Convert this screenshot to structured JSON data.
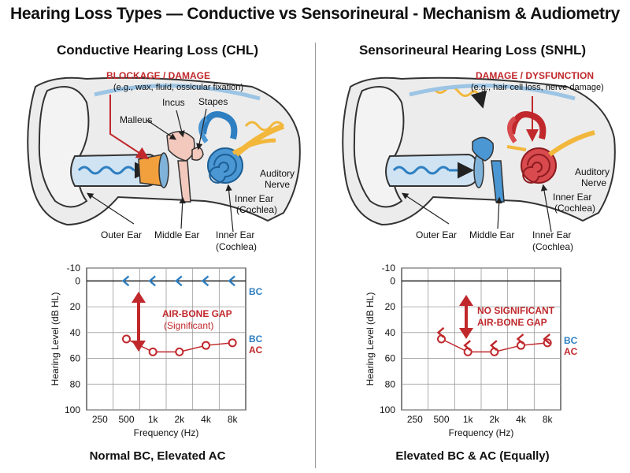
{
  "title": "Hearing Loss Types — Conductive vs Sensorineural - Mechanism & Audiometry",
  "colors": {
    "ac": "#c0282c",
    "bc": "#2e7fc1",
    "gap_arrow": "#c0282c",
    "grid": "#999999"
  },
  "left": {
    "heading": "Conductive Hearing Loss (CHL)",
    "callout_title": "BLOCKAGE / DAMAGE",
    "callout_sub": "(e.g., wax, fluid, ossicular fixation)",
    "labels": {
      "malleus": "Malleus",
      "incus": "Incus",
      "stapes": "Stapes",
      "auditory_nerve_1": "Auditory",
      "auditory_nerve_2": "Nerve",
      "inner_ear_1a": "Inner Ear",
      "inner_ear_1b": "(Cochlea)",
      "outer_ear": "Outer Ear",
      "middle_ear": "Middle Ear",
      "inner_ear_2a": "Inner Ear",
      "inner_ear_2b": "(Cochlea)"
    },
    "chart_note_1": "AIR-BONE GAP",
    "chart_note_2": "(Significant)",
    "legend_bc_top": "BC",
    "legend_bc": "BC",
    "legend_ac": "AC",
    "caption": "Normal BC, Elevated AC"
  },
  "right": {
    "heading": "Sensorineural Hearing Loss (SNHL)",
    "callout_title": "DAMAGE / DYSFUNCTION",
    "callout_sub": "(e.g., hair cell loss, nerve damage)",
    "labels": {
      "auditory_nerve_1": "Auditory",
      "auditory_nerve_2": "Nerve",
      "inner_ear_1a": "Inner Ear",
      "inner_ear_1b": "(Cochlea)",
      "outer_ear": "Outer Ear",
      "middle_ear": "Middle Ear",
      "inner_ear_2a": "Inner Ear",
      "inner_ear_2b": "(Cochlea)"
    },
    "chart_note_1": "NO SIGNIFICANT",
    "chart_note_2": "AIR-BONE GAP",
    "legend_bc": "BC",
    "legend_ac": "AC",
    "caption": "Elevated BC & AC (Equally)"
  },
  "chart_data": [
    {
      "type": "line",
      "title": "",
      "xlabel": "Frequency (Hz)",
      "ylabel": "Hearing Level (dB HL)",
      "ylim": [
        -10,
        100
      ],
      "y_inverted": true,
      "x_categories": [
        "250",
        "500",
        "1k",
        "2k",
        "4k",
        "8k"
      ],
      "y_ticks": [
        "-10",
        "0",
        "20",
        "40",
        "60",
        "80",
        "100"
      ],
      "grid": true,
      "series": [
        {
          "name": "BC",
          "x": [
            "500",
            "1k",
            "2k",
            "4k",
            "8k"
          ],
          "values": [
            0,
            0,
            0,
            0,
            0
          ]
        },
        {
          "name": "AC",
          "x": [
            "500",
            "1k",
            "2k",
            "4k",
            "8k"
          ],
          "values": [
            45,
            55,
            55,
            50,
            48
          ]
        }
      ]
    },
    {
      "type": "line",
      "title": "",
      "xlabel": "Frequency (Hz)",
      "ylabel": "Hearing Level (dB HL)",
      "ylim": [
        -10,
        100
      ],
      "y_inverted": true,
      "x_categories": [
        "250",
        "500",
        "1k",
        "2k",
        "4k",
        "8k"
      ],
      "y_ticks": [
        "-10",
        "0",
        "20",
        "40",
        "60",
        "80",
        "100"
      ],
      "grid": true,
      "series": [
        {
          "name": "BC",
          "x": [
            "500",
            "1k",
            "2k",
            "4k",
            "8k"
          ],
          "values": [
            40,
            50,
            50,
            45,
            45
          ]
        },
        {
          "name": "AC",
          "x": [
            "500",
            "1k",
            "2k",
            "4k",
            "8k"
          ],
          "values": [
            45,
            55,
            55,
            50,
            48
          ]
        }
      ]
    }
  ]
}
